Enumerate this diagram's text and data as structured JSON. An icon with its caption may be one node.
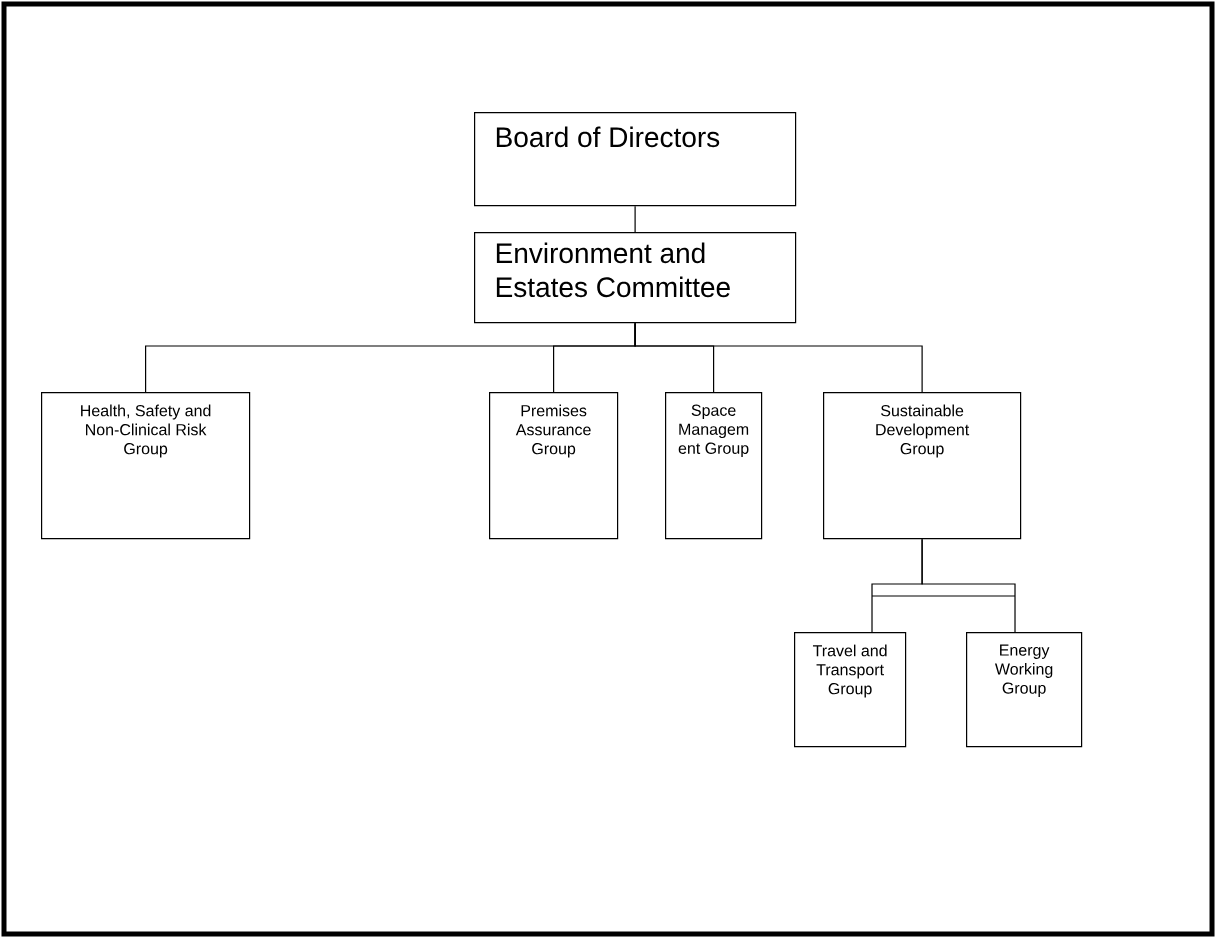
{
  "diagram": {
    "nodes": [
      {
        "text": [
          "Board of Directors"
        ]
      },
      {
        "text": [
          "Environment and Estates Committee"
        ]
      },
      {
        "text": [
          "Health, Safety and Non-Clinical Risk Group"
        ]
      },
      {
        "text": [
          "Premises Assurance Group"
        ]
      },
      {
        "text": [
          "Space Managem ent Group"
        ]
      },
      {
        "text": [
          "Sustainable Development Group"
        ]
      },
      {
        "text": [
          "Travel and Transport Group"
        ]
      },
      {
        "text": [
          "Energy Working Group"
        ]
      }
    ],
    "edges": [
      {
        "from": 0,
        "to": 1,
        "arrow": "none"
      },
      {
        "from": 1,
        "to": 2,
        "arrow": "none"
      },
      {
        "from": 1,
        "to": 3,
        "arrow": "none"
      },
      {
        "from": 1,
        "to": 4,
        "arrow": "none"
      },
      {
        "from": 1,
        "to": 5,
        "arrow": "none"
      },
      {
        "from": 5,
        "to": 6,
        "arrow": "none"
      },
      {
        "from": 5,
        "to": 7,
        "arrow": "none"
      }
    ]
  }
}
